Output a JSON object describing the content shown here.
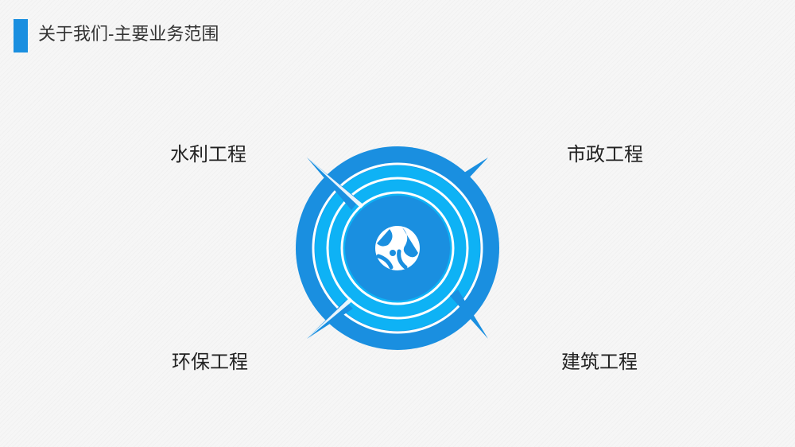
{
  "header": {
    "title": "关于我们-主要业务范围"
  },
  "services": {
    "top_left": "水利工程",
    "top_right": "市政工程",
    "bottom_left": "环保工程",
    "bottom_right": "建筑工程"
  },
  "emblem": {
    "icon": "globe-icon",
    "colors": {
      "outer": "#1a8fe0",
      "inner": "#0eb2f5",
      "core": "#1a8fe0",
      "stroke": "#ffffff"
    }
  },
  "theme": {
    "accent": "#1a8fe0",
    "background": "#f6f6f6"
  }
}
